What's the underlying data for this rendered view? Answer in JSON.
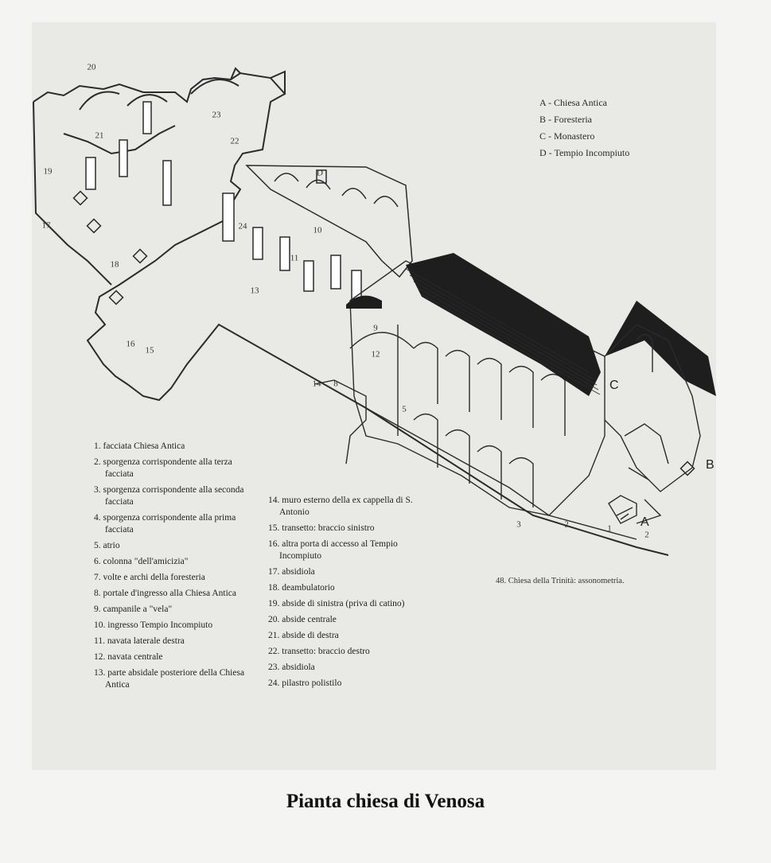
{
  "figure": {
    "legend": [
      {
        "label": "A - Chiesa Antica"
      },
      {
        "label": "B - Foresteria"
      },
      {
        "label": "C - Monastero"
      },
      {
        "label": "D - Tempio Incompiuto"
      }
    ],
    "area_letters": {
      "a": "A",
      "b": "B",
      "c": "C",
      "d": "D"
    },
    "plan_numbers": {
      "n1": "1",
      "n2": "2",
      "n3": "3",
      "n5": "5",
      "n8": "8",
      "n9": "9",
      "n10": "10",
      "n11": "11",
      "n12": "12",
      "n13": "13",
      "n14": "14",
      "n15": "15",
      "n16": "16",
      "n17": "17",
      "n18": "18",
      "n19": "19",
      "n20": "20",
      "n21": "21",
      "n22": "22",
      "n23": "23",
      "n24": "24"
    },
    "key_left": [
      "1. facciata Chiesa Antica",
      "2. sporgenza corrispondente alla terza facciata",
      "3. sporgenza corrispondente alla seconda facciata",
      "4. sporgenza corrispondente alla prima facciata",
      "5. atrio",
      "6. colonna \"dell'amicizia\"",
      "7. volte e archi della foresteria",
      "8. portale d'ingresso alla Chiesa Antica",
      "9. campanile a \"vela\"",
      "10. ingresso Tempio Incompiuto",
      "11. navata laterale destra",
      "12. navata centrale",
      "13. parte absidale posteriore della Chiesa Antica"
    ],
    "key_right": [
      "14. muro esterno della ex cappella di S. Antonio",
      "15. transetto: braccio sinistro",
      "16. altra porta di accesso al Tempio Incompiuto",
      "17. absidiola",
      "18. deambulatorio",
      "19. abside di sinistra (priva di catino)",
      "20. abside centrale",
      "21. abside di destra",
      "22. transetto: braccio destro",
      "23. absidiola",
      "24. pilastro polistilo"
    ],
    "caption": "48. Chiesa della Trinità: assonometria."
  },
  "title": "Pianta chiesa di Venosa"
}
